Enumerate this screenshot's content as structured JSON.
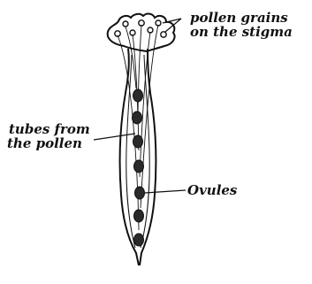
{
  "labels": {
    "pollen_line1": "pollen grains",
    "pollen_line2": "on the stigma",
    "tubes_line1": "tubes from",
    "tubes_line2": "the pollen",
    "ovules": "Ovules"
  },
  "colors": {
    "ink": "#111111",
    "paper": "#ffffff",
    "ovule_fill": "#2a2a2a"
  }
}
